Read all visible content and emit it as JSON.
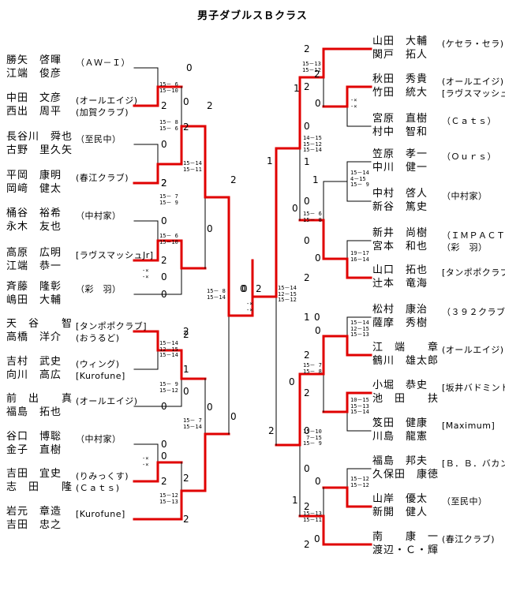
{
  "title": "男子ダブルスＢクラス",
  "left": [
    {
      "p1": "勝矢　啓暉",
      "p2": "江端　俊彦",
      "club": "（ＡＷ－Ｉ）",
      "r": "0"
    },
    {
      "p1": "中田　文彦",
      "p2": "西出　周平",
      "club": "(オールエイジ)",
      "club2": "(加賀クラブ)",
      "r": "2"
    },
    {
      "p1": "長谷川　舜也",
      "p2": "古野　里久矢",
      "club": "（至民中）",
      "r": "0"
    },
    {
      "p1": "平岡　康明",
      "p2": "岡﨑　健太",
      "club": "(春江クラブ)",
      "r": "2"
    },
    {
      "p1": "桶谷　裕希",
      "p2": "永木　友也",
      "club": "（中村家）",
      "r": "0"
    },
    {
      "p1": "高原　広明",
      "p2": "江端　恭一",
      "club": "[ラヴスマッシュJr]",
      "r": "2"
    },
    {
      "p1": "斉藤　隆彰",
      "p2": "嶋田　大輔",
      "club": "（彩　羽）",
      "r": "0"
    },
    {
      "p1": "天　谷　　智",
      "p2": "高橋　洋介",
      "club": "[タンポポクラブ]",
      "club2": "(おうるど)",
      "r": "2"
    },
    {
      "p1": "吉村　武史",
      "p2": "向川　高広",
      "club": "(ウィング)",
      "club2": "[Kurofune]",
      "r": "1"
    },
    {
      "p1": "前　出　　真",
      "p2": "福島　拓也",
      "club": "(オールエイジ)",
      "r": "0"
    },
    {
      "p1": "谷口　博聡",
      "p2": "金子　直樹",
      "club": "（中村家）",
      "r": "0"
    },
    {
      "p1": "吉田　宜史",
      "p2": "志　田　　隆",
      "club": "(りみっくす)",
      "club2": "(Ｃａｔｓ)",
      "r": "2"
    },
    {
      "p1": "岩元　章造",
      "p2": "吉田　忠之",
      "club": "[Kurofune]",
      "r": "2"
    }
  ],
  "right": [
    {
      "p1": "山田　大輔",
      "p2": "関戸　拓人",
      "club": "(ケセラ・セラ)",
      "r": "2"
    },
    {
      "p1": "秋田　秀貴",
      "p2": "竹田　統大",
      "club": "(オールエイジ)",
      "club2": "[ラヴスマッシュJr]",
      "r": "2"
    },
    {
      "p1": "宮原　直樹",
      "p2": "村中　智和",
      "club": "（Ｃａｔｓ）",
      "r": "0"
    },
    {
      "p1": "笠原　孝一",
      "p2": "中川　健一",
      "club": "（Ｏｕｒｓ）",
      "r": "1"
    },
    {
      "p1": "中村　啓人",
      "p2": "新谷　篤史",
      "club": "（中村家）",
      "r": "0"
    },
    {
      "p1": "新井　尚樹",
      "p2": "宮本　和也",
      "club": "（ＩＭＰＡＣＴ）",
      "club2": "（彩　羽）",
      "r": "0"
    },
    {
      "p1": "山口　拓也",
      "p2": "辻本　竜海",
      "club": "[タンポポクラブ]",
      "r": "2"
    },
    {
      "p1": "松村　康治",
      "p2": "薩摩　秀樹",
      "club": "（３９２クラブ）",
      "r": "1"
    },
    {
      "p1": "江　端　　章",
      "p2": "鶴川　雄太郎",
      "club": "(オールエイジ)",
      "r": "2"
    },
    {
      "p1": "小堀　恭史",
      "p2": "池　田　　扶",
      "club": "[坂井バドミントンクラブ]",
      "r": "2"
    },
    {
      "p1": "笈田　健康",
      "p2": "川島　龍憲",
      "club": "[Maximum]",
      "r": "0"
    },
    {
      "p1": "福島　邦夫",
      "p2": "久保田　康徳",
      "club": "[Ｂ．Ｂ．バカンス]",
      "r": "0"
    },
    {
      "p1": "山岸　優太",
      "p2": "新開　健人",
      "club": "（至民中）",
      "r": "2"
    },
    {
      "p1": "南　　康　一",
      "p2": "渡辺・Ｃ・輝",
      "club": "(春江クラブ)",
      "r": "2"
    }
  ],
  "left_results": [
    {
      "r": "0",
      "s": "15－ 6\n15－10"
    },
    {
      "r": "2",
      "s": "15－ 8\n15－ 6"
    },
    {
      "r": "2",
      "s": ""
    },
    {
      "r": "2",
      "s": "15－ 7\n15－ 9"
    },
    {
      "r": "0",
      "s": "15－ 6\n15－10"
    },
    {
      "r": "0",
      "s": "-×\n-×"
    },
    {
      "r": "2",
      "s": "15－14\n15－11"
    },
    {
      "r": "0",
      "s": ""
    },
    {
      "r": "2",
      "s": "15－14\n12－15\n15－14"
    },
    {
      "r": "0",
      "s": "15－ 9\n15－12"
    },
    {
      "r": "0",
      "s": "-×\n-×"
    },
    {
      "r": "2",
      "s": "15－12\n15－13"
    },
    {
      "r": "0",
      "s": "15－ 7\n15－14"
    },
    {
      "r": "2",
      "s": ""
    },
    {
      "r": "0",
      "s": "15－ 8\n15－14"
    }
  ],
  "right_results": [
    {
      "r": "2",
      "s": "15－13\n15－12"
    },
    {
      "r": "0",
      "s": "-×\n-×"
    },
    {
      "r": "1",
      "s": "15－14\n4－15\n15－ 9"
    },
    {
      "r": "0",
      "s": "15－ 6\n15－ 8"
    },
    {
      "r": "0",
      "s": "19－17\n16－14"
    },
    {
      "r": "1",
      "s": "14－15\n15－12\n15－14"
    },
    {
      "r": "1",
      "s": "15－14\n12－15\n15－13"
    },
    {
      "r": "0",
      "s": "15－ 7\n15－ 8"
    },
    {
      "r": "0",
      "s": "10－15\n15－13\n15－14"
    },
    {
      "r": "2",
      "s": "15－10\n 7－15\n15－ 9"
    },
    {
      "r": "0",
      "s": "15－12\n15－12"
    },
    {
      "r": "0",
      "s": "15－13\n15－11"
    },
    {
      "r": "1",
      "s": ""
    },
    {
      "r": "0",
      "s": ""
    }
  ],
  "final": {
    "left": "0",
    "right": "2",
    "s": "-×\n-×",
    "s_right": "15－14\n12－15\n15－12"
  }
}
